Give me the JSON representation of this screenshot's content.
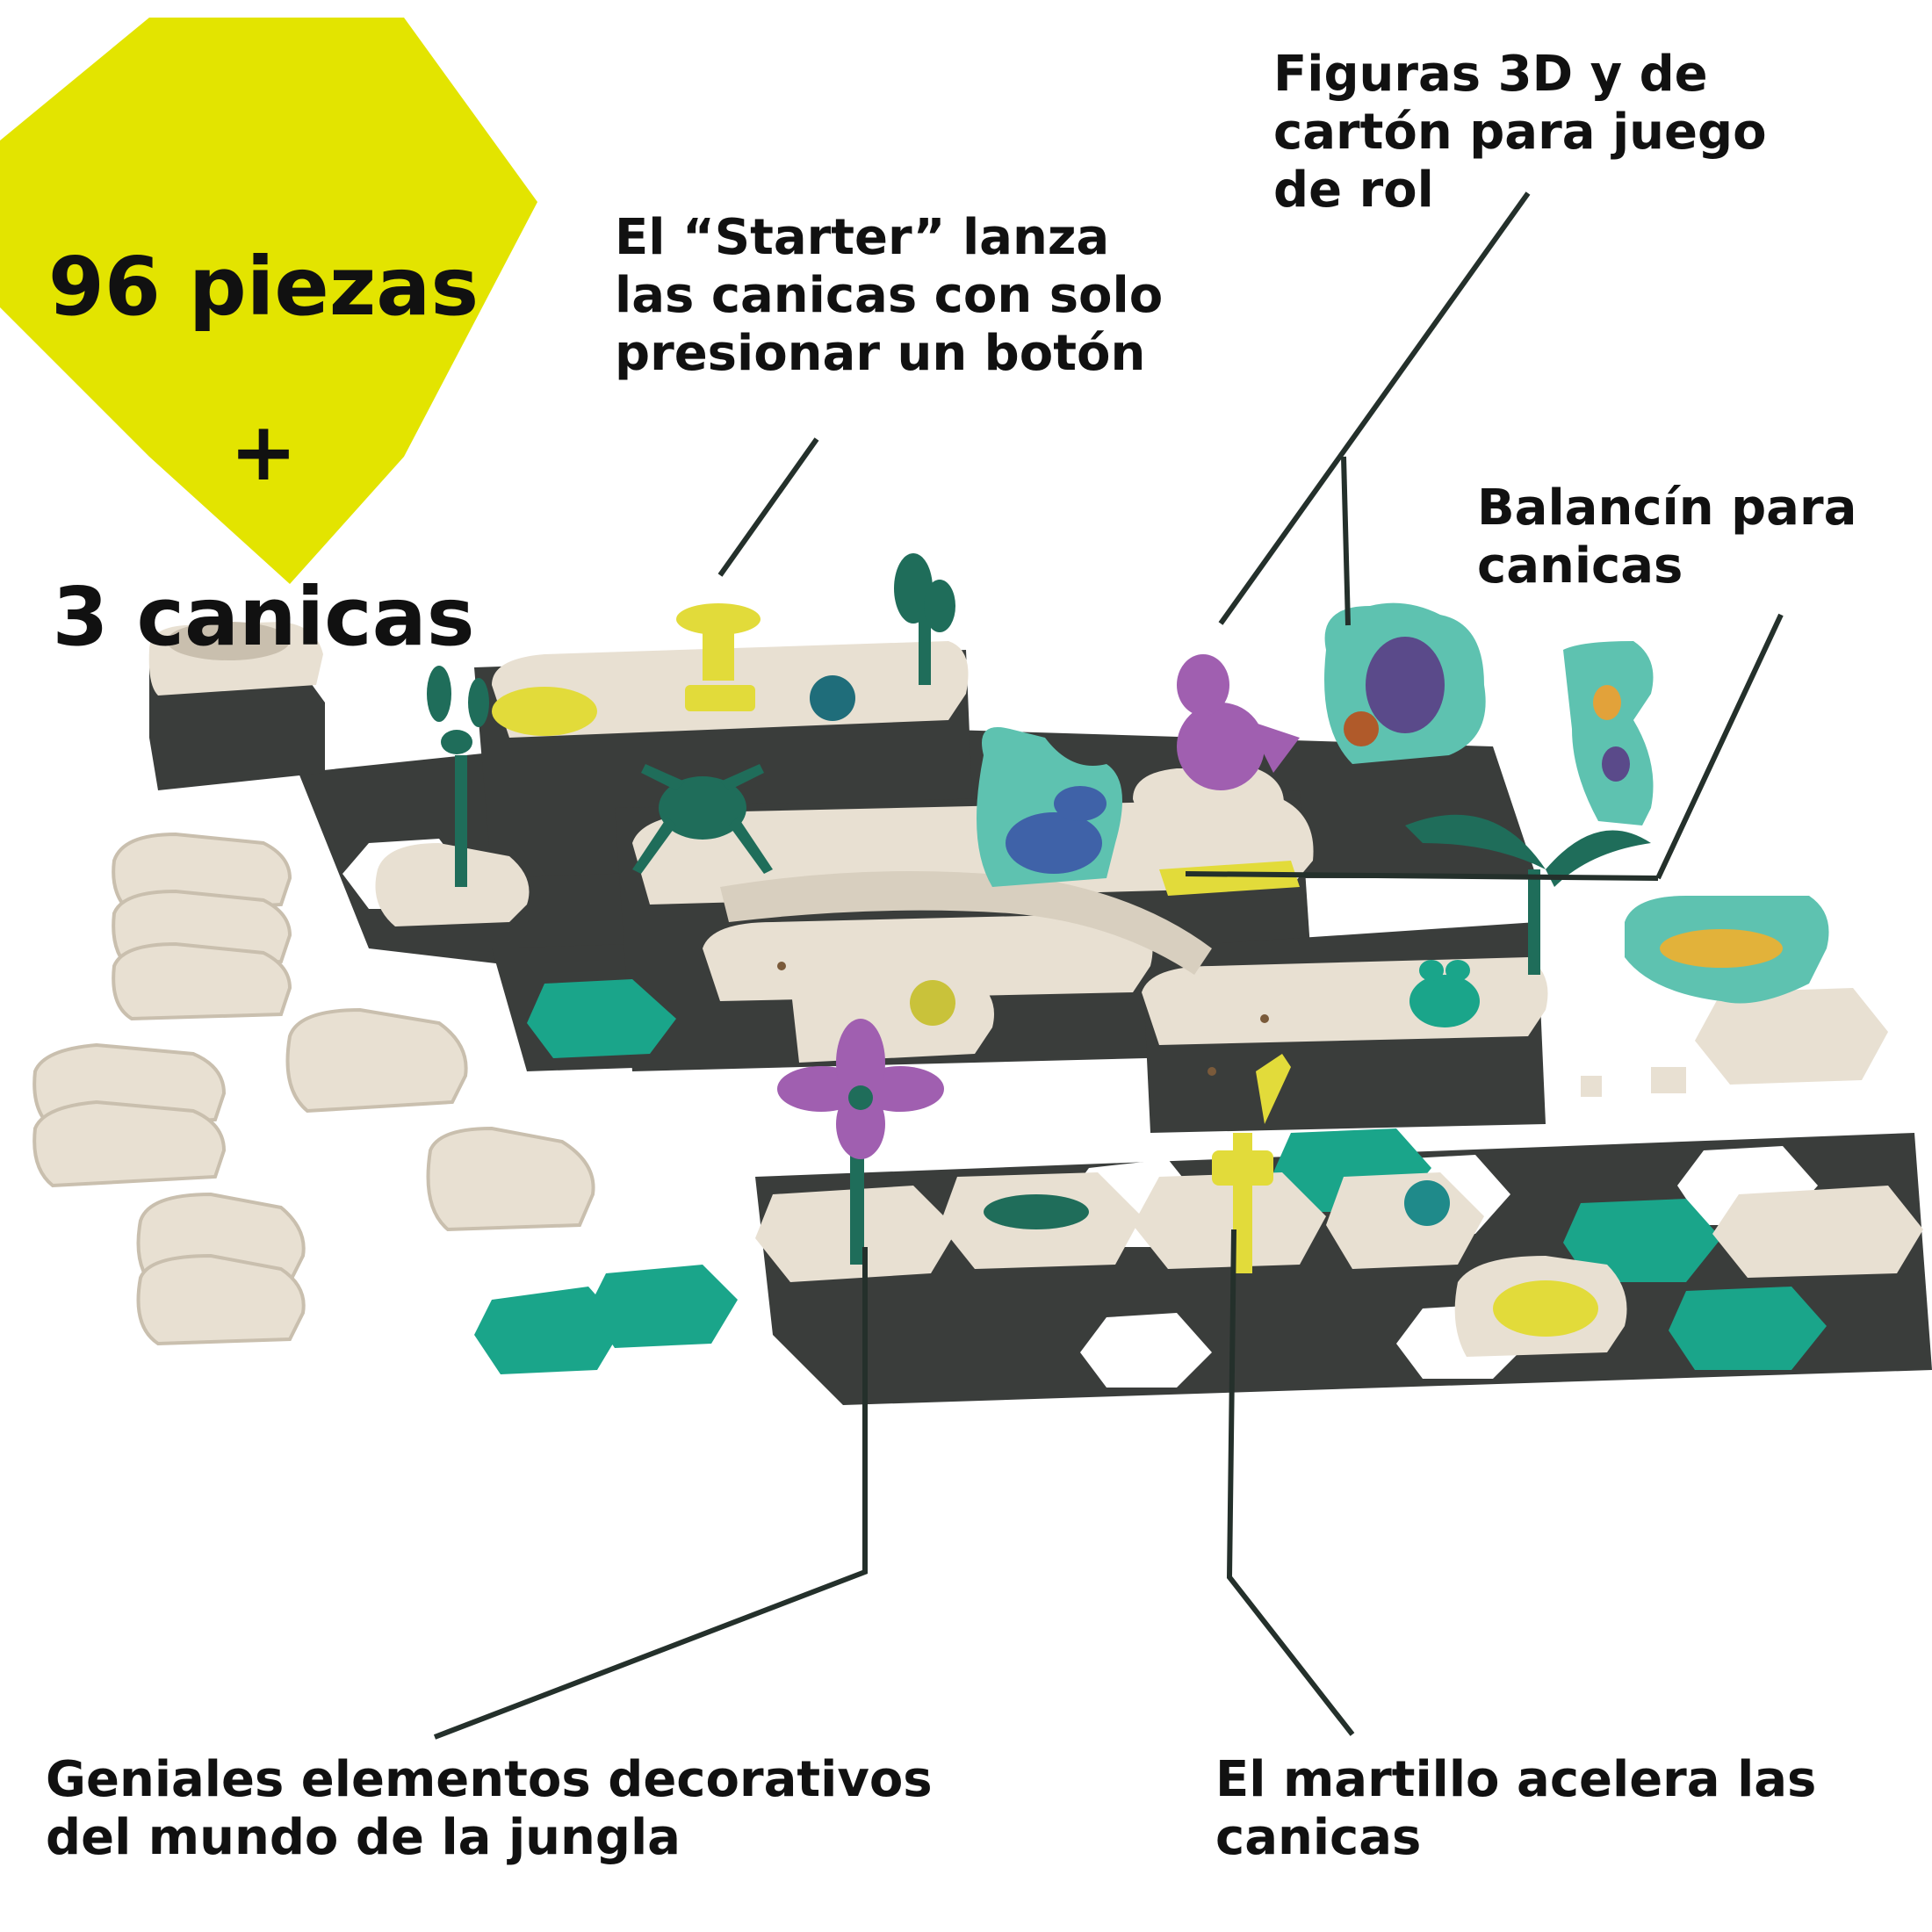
{
  "badge": {
    "line1": "96 piezas",
    "line2": "+",
    "line3": "3 canicas",
    "color": "#e3e400"
  },
  "callouts": {
    "starter": "El “Starter” lanza\nlas canicas con solo\npresionar un botón",
    "figuras": "Figuras 3D y de\ncartón para juego\nde rol",
    "balancin": "Balancín para\ncanicas",
    "decorativos": "Geniales elementos decorativos\ndel mundo de la jungla",
    "martillo": "El martillo acelera las\ncanicas"
  },
  "colors": {
    "text": "#111111",
    "leader_line": "#24302b",
    "stone": "#e8e0d2",
    "stone_shadow": "#c9bfae",
    "dark_tile": "#3a3d3b",
    "teal": "#1aa58a",
    "dark_green": "#1f6d5a",
    "purple": "#a05fb0",
    "yellow": "#e2db3a",
    "blue": "#3f62a8"
  }
}
